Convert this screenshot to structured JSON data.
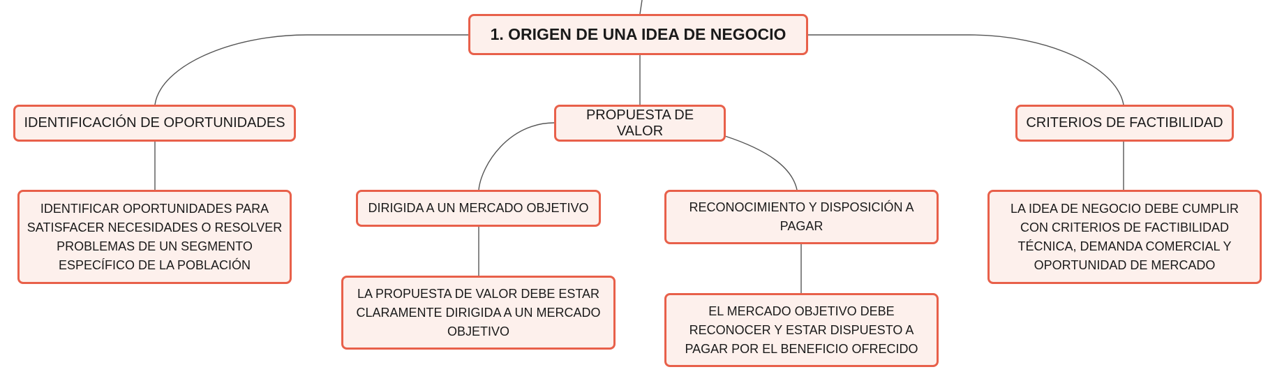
{
  "diagram": {
    "root": {
      "label": "1. ORIGEN DE UNA IDEA DE NEGOCIO"
    },
    "branches": [
      {
        "label": "IDENTIFICACIÓN DE OPORTUNIDADES"
      },
      {
        "label": "PROPUESTA DE VALOR"
      },
      {
        "label": "CRITERIOS DE FACTIBILIDAD"
      }
    ],
    "leaves": [
      {
        "label": "IDENTIFICAR OPORTUNIDADES PARA SATISFACER NECESIDADES O RESOLVER PROBLEMAS DE UN SEGMENTO ESPECÍFICO DE LA POBLACIÓN"
      },
      {
        "label": "DIRIGIDA A UN MERCADO OBJETIVO"
      },
      {
        "label": "RECONOCIMIENTO Y DISPOSICIÓN A PAGAR"
      },
      {
        "label": "LA IDEA DE NEGOCIO DEBE CUMPLIR CON CRITERIOS DE FACTIBILIDAD TÉCNICA, DEMANDA COMERCIAL Y OPORTUNIDAD DE MERCADO"
      },
      {
        "label": "LA PROPUESTA DE VALOR DEBE ESTAR CLARAMENTE DIRIGIDA A UN MERCADO OBJETIVO"
      },
      {
        "label": "EL MERCADO OBJETIVO DEBE RECONOCER Y ESTAR DISPUESTO A PAGAR POR EL BENEFICIO OFRECIDO"
      }
    ],
    "colors": {
      "border": "#e8604a",
      "fill": "#fdf0ec",
      "connector": "#555555"
    }
  }
}
